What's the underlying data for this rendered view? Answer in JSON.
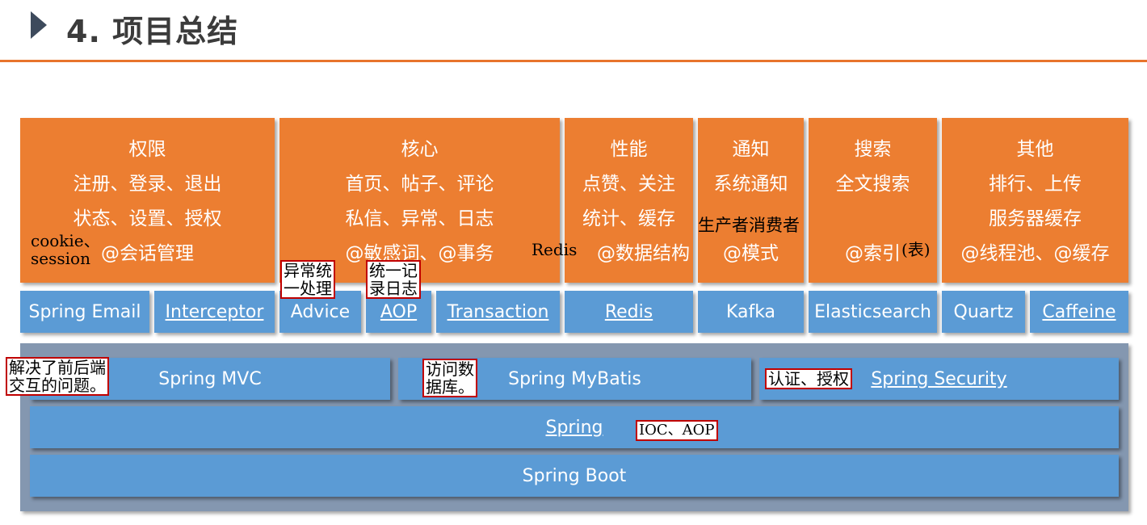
{
  "header": {
    "title": "4. 项目总结"
  },
  "categories": [
    {
      "title": "权限",
      "lines": [
        "注册、登录、退出",
        "状态、设置、授权",
        "@会话管理"
      ]
    },
    {
      "title": "核心",
      "lines": [
        "首页、帖子、评论",
        "私信、异常、日志",
        "@敏感词、@事务"
      ]
    },
    {
      "title": "性能",
      "lines": [
        "点赞、关注",
        "统计、缓存",
        "@数据结构"
      ]
    },
    {
      "title": "通知",
      "lines": [
        "系统通知",
        "",
        "@模式"
      ]
    },
    {
      "title": "搜索",
      "lines": [
        "全文搜索",
        "",
        "@索引"
      ]
    },
    {
      "title": "其他",
      "lines": [
        "排行、上传",
        "服务器缓存",
        "@线程池、@缓存"
      ]
    }
  ],
  "tech": [
    "Spring Email",
    "Interceptor",
    "Advice",
    "AOP",
    "Transaction",
    "Redis",
    "Kafka",
    "Elasticsearch",
    "Quartz",
    "Caffeine"
  ],
  "stack": {
    "mvc": "Spring MVC",
    "mybatis": "Spring MyBatis",
    "security": "Spring Security",
    "spring": "Spring",
    "boot": "Spring Boot"
  },
  "annotations": {
    "cookie_session": "cookie、\nsession",
    "redis": "Redis",
    "producer_consumer": "生产者消费者",
    "table": "(表)",
    "exception": "异常统\n一处理",
    "logging": "统一记\n录日志",
    "mvc_note": "解决了前后端\n交互的问题。",
    "mybatis_note": "访问数\n据库。",
    "security_note": "认证、授权",
    "spring_note": "IOC、AOP"
  }
}
